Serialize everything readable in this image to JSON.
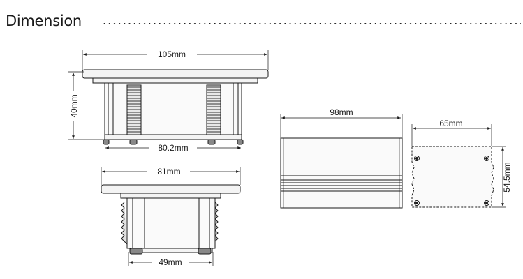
{
  "header": {
    "title": "Dimension"
  },
  "top_view": {
    "width_label": "105mm",
    "height_label": "40mm",
    "inner_width_label": "80.2mm"
  },
  "lower_view": {
    "width_label": "81mm",
    "base_width_label": "49mm"
  },
  "front_view": {
    "width_label": "98mm"
  },
  "side_view": {
    "width_label": "65mm",
    "height_label": "54.5mm"
  },
  "colors": {
    "line": "#1a1a1a",
    "fill": "#f4f4f4",
    "dark": "#555555"
  }
}
